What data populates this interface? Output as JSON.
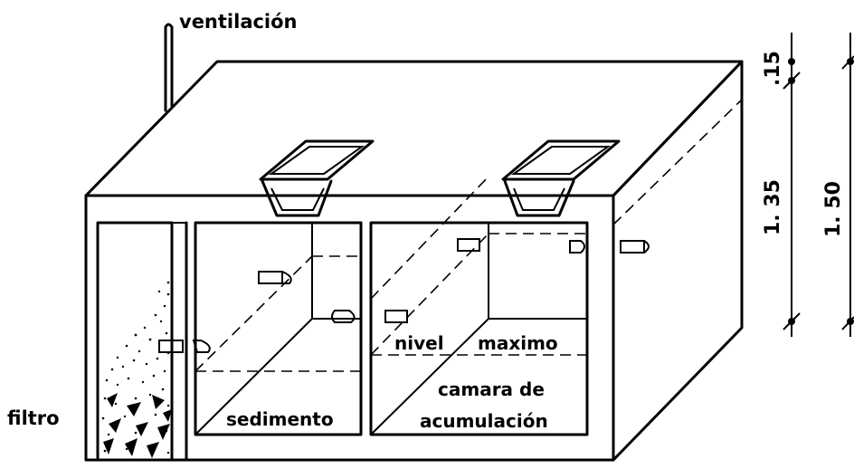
{
  "labels": {
    "ventilation": "ventilación",
    "filter": "filtro",
    "sediment": "sedimento",
    "max_level_1": "nivel",
    "max_level_2": "maximo",
    "accumulation_1": "camara de",
    "accumulation_2": "acumulación"
  },
  "dimensions": {
    "top_slab": ".15",
    "interior_height": "1. 35",
    "total_height": "1. 50"
  }
}
